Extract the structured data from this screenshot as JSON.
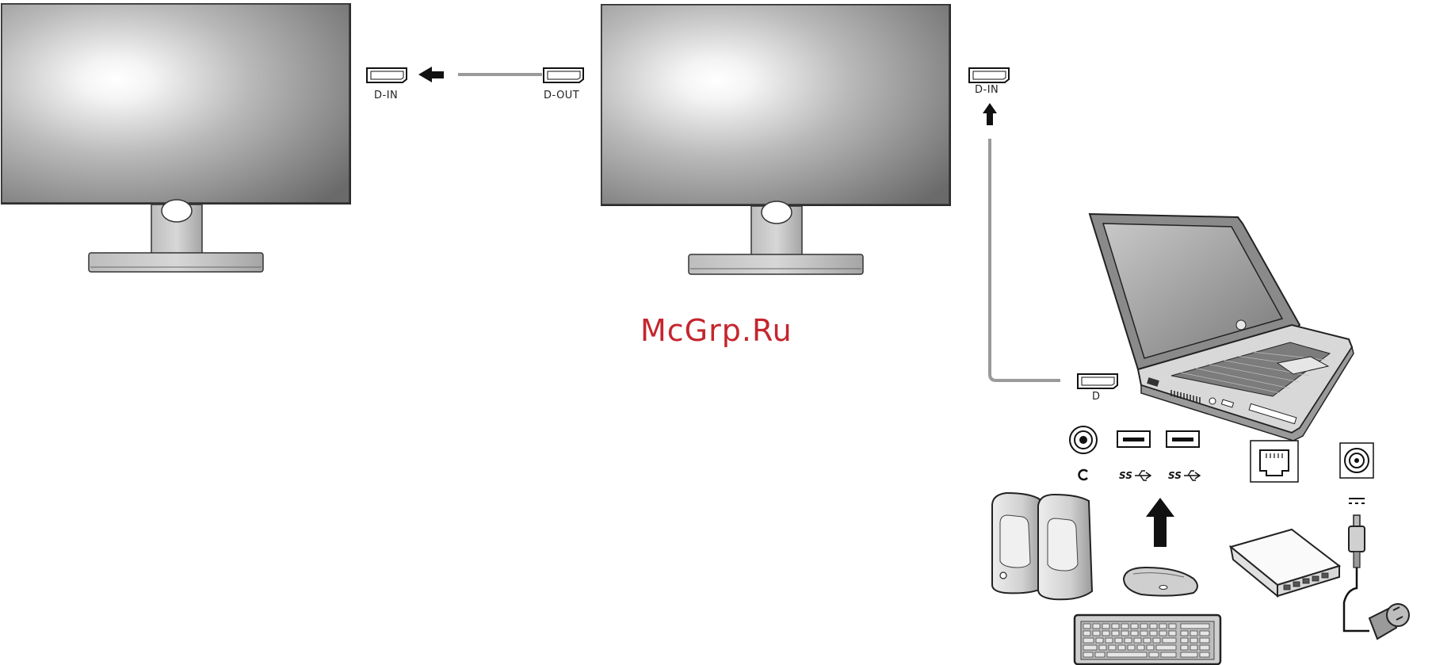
{
  "labels": {
    "dp_in_left": "D-IN",
    "dp_out_mid": "D-OUT",
    "dp_in_right": "D-IN",
    "dp_laptop": "D"
  },
  "watermark": "McGrp.Ru",
  "colors": {
    "cable": "#9a9a9a",
    "outline": "#1a1a1a",
    "watermark": "#c4262e"
  }
}
